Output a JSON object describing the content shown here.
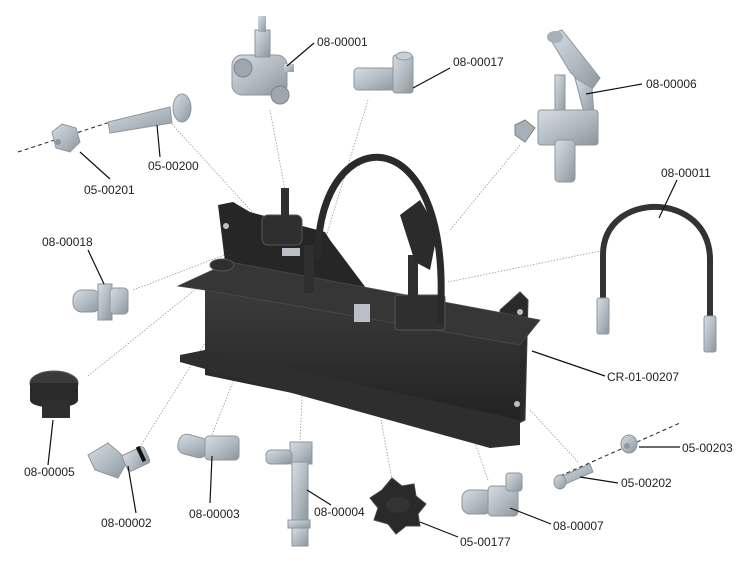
{
  "diagram": {
    "type": "exploded-parts-diagram",
    "colors": {
      "background": "#ffffff",
      "part_metal": "#b9c0c7",
      "part_metal_dark": "#8e969e",
      "assembly_body": "#2b2b2b",
      "assembly_edge": "#444444",
      "leader": "#111111",
      "explode_line": "#9a9a9a",
      "label_text": "#222222"
    },
    "parts": [
      {
        "id": "08-00001",
        "label": "08-00001",
        "description": "valve-block"
      },
      {
        "id": "08-00017",
        "label": "08-00017",
        "description": "elbow-fitting"
      },
      {
        "id": "08-00006",
        "label": "08-00006",
        "description": "hand-pump-handle"
      },
      {
        "id": "05-00200",
        "label": "05-00200",
        "description": "pin"
      },
      {
        "id": "05-00201",
        "label": "05-00201",
        "description": "nut"
      },
      {
        "id": "08-00011",
        "label": "08-00011",
        "description": "hose-u"
      },
      {
        "id": "08-00018",
        "label": "08-00018",
        "description": "straight-fitting"
      },
      {
        "id": "CR-01-00207",
        "label": "CR-01-00207",
        "description": "reservoir-assembly"
      },
      {
        "id": "08-00005",
        "label": "08-00005",
        "description": "breather-cap"
      },
      {
        "id": "05-00203",
        "label": "05-00203",
        "description": "nut"
      },
      {
        "id": "05-00202",
        "label": "05-00202",
        "description": "cap-screw"
      },
      {
        "id": "08-00002",
        "label": "08-00002",
        "description": "elbow-fitting-oring"
      },
      {
        "id": "08-00003",
        "label": "08-00003",
        "description": "swivel-elbow"
      },
      {
        "id": "08-00004",
        "label": "08-00004",
        "description": "tee-tube-fitting"
      },
      {
        "id": "05-00177",
        "label": "05-00177",
        "description": "star-knob"
      },
      {
        "id": "08-00007",
        "label": "08-00007",
        "description": "elbow-fitting"
      }
    ]
  }
}
